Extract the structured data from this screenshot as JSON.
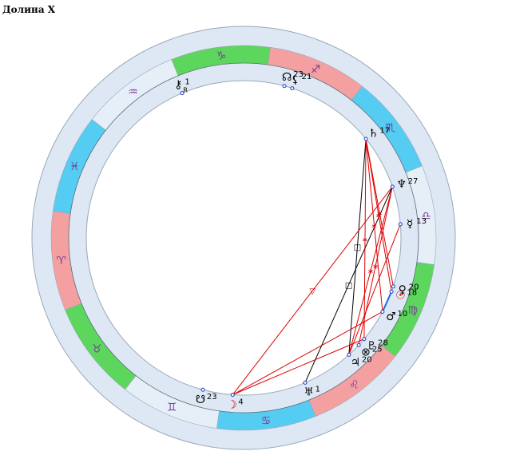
{
  "title": "Долина X",
  "colors": {
    "fire": "#f4a0a0",
    "earth": "#5cd65c",
    "air": "#e6eff8",
    "water": "#55ccf2",
    "outer_ring": "#dde8f4",
    "glyph": "#7a3c98",
    "hard_aspect": "#dd0000",
    "soft_aspect": "#000000",
    "sextile": "#1a6ee0",
    "sun_moon": "#dd0000"
  },
  "signs": [
    {
      "key": "aries",
      "glyph": "♈",
      "element": "fire"
    },
    {
      "key": "taurus",
      "glyph": "♉",
      "element": "earth"
    },
    {
      "key": "gemini",
      "glyph": "♊",
      "element": "air"
    },
    {
      "key": "cancer",
      "glyph": "♋",
      "element": "water"
    },
    {
      "key": "leo",
      "glyph": "♌",
      "element": "fire"
    },
    {
      "key": "virgo",
      "glyph": "♍",
      "element": "earth"
    },
    {
      "key": "libra",
      "glyph": "♎",
      "element": "air"
    },
    {
      "key": "scorpio",
      "glyph": "♏",
      "element": "water"
    },
    {
      "key": "sagittarius",
      "glyph": "♐",
      "element": "fire"
    },
    {
      "key": "capricorn",
      "glyph": "♑",
      "element": "earth"
    },
    {
      "key": "aquarius",
      "glyph": "♒",
      "element": "air"
    },
    {
      "key": "pisces",
      "glyph": "♓",
      "element": "water"
    }
  ],
  "planets": [
    {
      "key": "saturn",
      "glyph": "♄",
      "degree": "17",
      "lon": 227
    },
    {
      "key": "neptune",
      "glyph": "♆",
      "degree": "27",
      "lon": 207
    },
    {
      "key": "mercury",
      "glyph": "☿",
      "degree": "13",
      "lon": 193
    },
    {
      "key": "venus",
      "glyph": "♀",
      "degree": "20",
      "lon": 170
    },
    {
      "key": "sun",
      "glyph": "☉",
      "degree": "18",
      "lon": 168,
      "color": "#dd0000"
    },
    {
      "key": "mars",
      "glyph": "♂",
      "degree": "10",
      "lon": 160
    },
    {
      "key": "pluto",
      "glyph": "♇",
      "degree": "28",
      "lon": 148
    },
    {
      "key": "fortune",
      "glyph": "⊗",
      "degree": "25",
      "lon": 145
    },
    {
      "key": "jupiter",
      "glyph": "♃",
      "degree": "20",
      "lon": 140
    },
    {
      "key": "uranus",
      "glyph": "♅",
      "degree": "1",
      "lon": 121
    },
    {
      "key": "moon",
      "glyph": "☽",
      "degree": "4",
      "lon": 94,
      "color": "#dd0000"
    },
    {
      "key": "south-node",
      "glyph": "☋",
      "degree": "23",
      "lon": 83
    },
    {
      "key": "chiron",
      "glyph": "⚷",
      "degree": "1",
      "retro": "R",
      "lon": 301
    },
    {
      "key": "north-node",
      "glyph": "☊",
      "degree": "23",
      "lon": 263
    },
    {
      "key": "lilith",
      "glyph": "⚸",
      "degree": "21",
      "lon": 260
    }
  ],
  "aspects": [
    {
      "a": "saturn",
      "b": "jupiter",
      "type": "soft"
    },
    {
      "a": "neptune",
      "b": "uranus",
      "type": "soft"
    },
    {
      "a": "saturn",
      "b": "venus",
      "type": "hard"
    },
    {
      "a": "saturn",
      "b": "sun",
      "type": "hard"
    },
    {
      "a": "saturn",
      "b": "mars",
      "type": "hard"
    },
    {
      "a": "saturn",
      "b": "pluto",
      "type": "hard"
    },
    {
      "a": "neptune",
      "b": "jupiter",
      "type": "hard"
    },
    {
      "a": "neptune",
      "b": "fortune",
      "type": "hard"
    },
    {
      "a": "neptune",
      "b": "moon",
      "type": "hard"
    },
    {
      "a": "mercury",
      "b": "jupiter",
      "type": "hard"
    },
    {
      "a": "moon",
      "b": "pluto",
      "type": "hard"
    },
    {
      "a": "moon",
      "b": "mars",
      "type": "hard"
    },
    {
      "a": "sun",
      "b": "mars",
      "type": "sextile"
    }
  ],
  "aspect_markers": [
    "□",
    "□",
    "∗",
    "∗",
    "∗",
    "∗",
    "∗",
    "∗",
    "▽"
  ]
}
